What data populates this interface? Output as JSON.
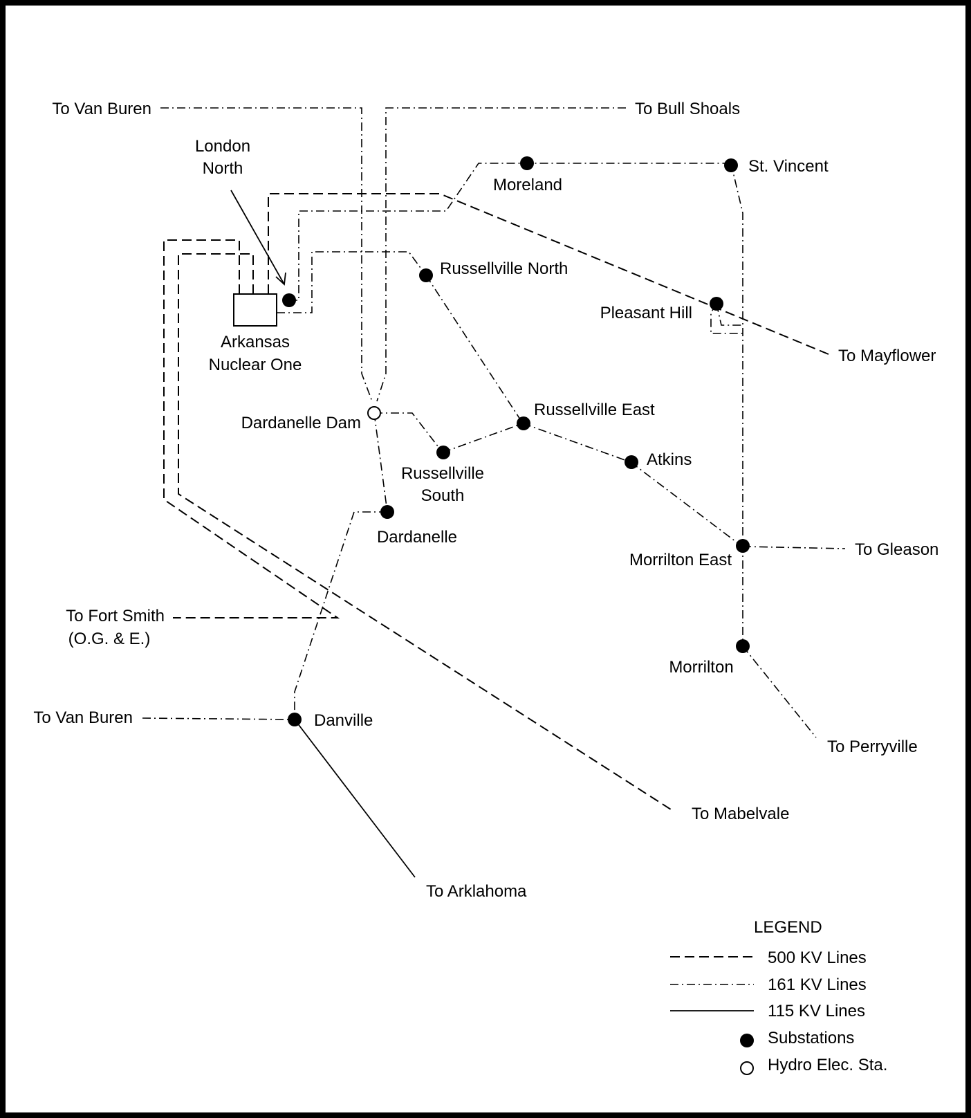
{
  "labels": {
    "to_van_buren_top": "To Van Buren",
    "to_bull_shoals": "To Bull Shoals",
    "london_north_1": "London",
    "london_north_2": "North",
    "moreland": "Moreland",
    "st_vincent": "St. Vincent",
    "russellville_north": "Russellville North",
    "pleasant_hill": "Pleasant Hill",
    "to_mayflower": "To Mayflower",
    "ano_1": "Arkansas",
    "ano_2": "Nuclear One",
    "dardanelle_dam": "Dardanelle Dam",
    "russellville_east": "Russellville East",
    "russellville_south_1": "Russellville",
    "russellville_south_2": "South",
    "atkins": "Atkins",
    "dardanelle": "Dardanelle",
    "morrilton_east": "Morrilton East",
    "to_gleason": "To Gleason",
    "to_fort_smith_1": "To Fort Smith",
    "to_fort_smith_2": "(O.G. & E.)",
    "morrilton": "Morrilton",
    "to_van_buren_bottom": "To Van Buren",
    "danville": "Danville",
    "to_perryville": "To Perryville",
    "to_mabelvale": "To Mabelvale",
    "to_arklahoma": "To Arklahoma"
  },
  "legend": {
    "title": "LEGEND",
    "line_500": "500 KV Lines",
    "line_161": "161 KV Lines",
    "line_115": "115 KV Lines",
    "substations": "Substations",
    "hydro": "Hydro Elec. Sta."
  }
}
